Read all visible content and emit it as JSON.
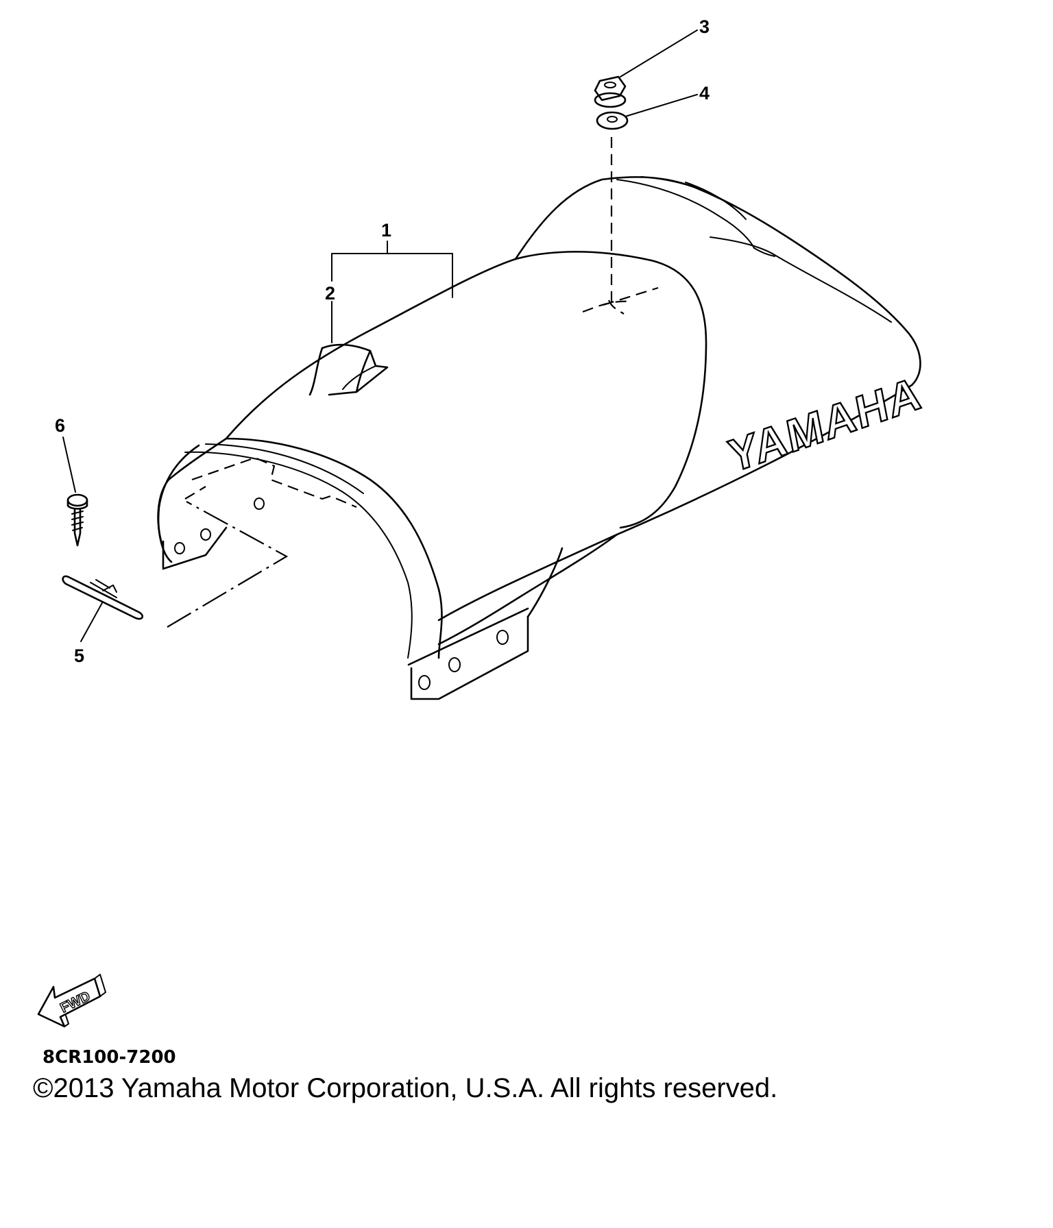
{
  "callouts": [
    {
      "id": 1,
      "label": "1"
    },
    {
      "id": 2,
      "label": "2"
    },
    {
      "id": 3,
      "label": "3"
    },
    {
      "id": 4,
      "label": "4"
    },
    {
      "id": 5,
      "label": "5"
    },
    {
      "id": 6,
      "label": "6"
    }
  ],
  "logo_text": "YAMAHA",
  "fwd_label": "FWD",
  "part_code": "8CR100-7200",
  "copyright": "©2013 Yamaha Motor Corporation, U.S.A. All rights reserved."
}
